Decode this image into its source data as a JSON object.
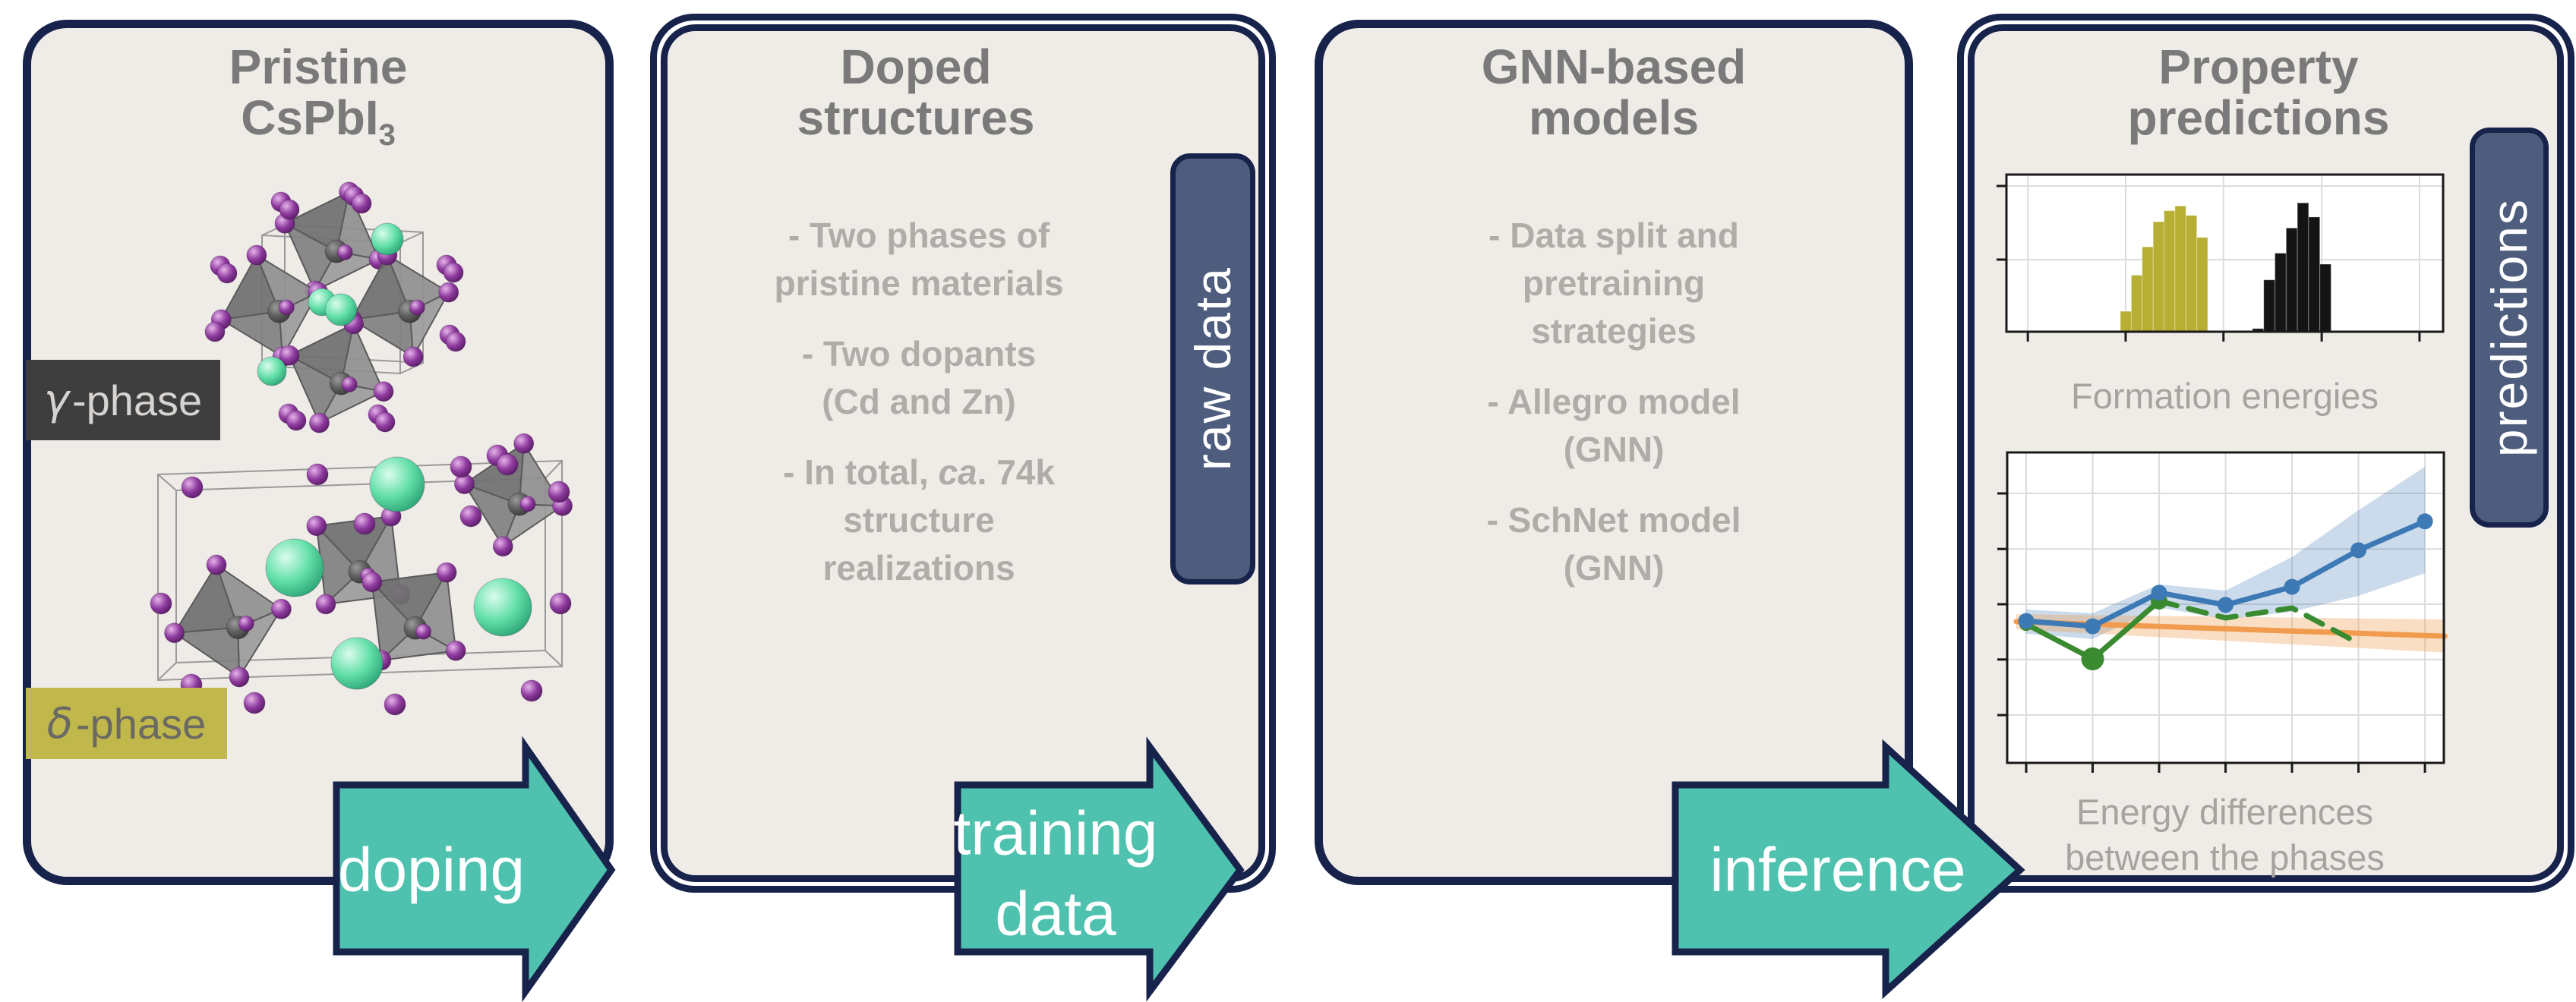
{
  "panels": [
    {
      "id": "pristine",
      "title_lines": [
        "Pristine",
        "CsPbI"
      ],
      "title_sub": "3",
      "gamma_label": {
        "symbol": "γ",
        "suffix": "-phase"
      },
      "delta_label": {
        "symbol": "δ",
        "suffix": "-phase"
      }
    },
    {
      "id": "doped",
      "title_lines": [
        "Doped",
        "structures"
      ],
      "tab": "raw data",
      "bullets": [
        [
          [
            {
              "t": "- Two phases of"
            }
          ],
          [
            {
              "t": "pristine materials"
            }
          ]
        ],
        [
          [
            {
              "t": "- Two dopants"
            }
          ],
          [
            {
              "t": "(Cd and Zn)"
            }
          ]
        ],
        [
          [
            {
              "t": "- In total,  "
            },
            {
              "t": "ca",
              "i": true
            },
            {
              "t": ". 74k"
            }
          ],
          [
            {
              "t": "structure"
            }
          ],
          [
            {
              "t": "realizations"
            }
          ]
        ]
      ]
    },
    {
      "id": "gnn",
      "title_lines": [
        "GNN-based",
        "models"
      ],
      "bullets": [
        [
          [
            {
              "t": "- Data split and"
            }
          ],
          [
            {
              "t": "pretraining"
            }
          ],
          [
            {
              "t": "strategies"
            }
          ]
        ],
        [
          [
            {
              "t": "- Allegro model"
            }
          ],
          [
            {
              "t": "(GNN)"
            }
          ]
        ],
        [
          [
            {
              "t": "- SchNet model"
            }
          ],
          [
            {
              "t": "(GNN)"
            }
          ]
        ]
      ]
    },
    {
      "id": "predictions",
      "title_lines": [
        "Property",
        "predictions"
      ],
      "tab": "predictions",
      "captions": {
        "hist": "Formation energies",
        "line1": "Energy differences",
        "line2": "between the phases"
      }
    }
  ],
  "arrows": [
    {
      "label": "doping",
      "lines": [
        "doping"
      ]
    },
    {
      "label": "training data",
      "lines": [
        "training",
        "data"
      ]
    },
    {
      "label": "inference",
      "lines": [
        "inference"
      ]
    }
  ],
  "colors": {
    "navy": "#18234c",
    "teal": "#4fc2af",
    "panel_bg": "#efebe7",
    "slate_tab": "#4e5d7e",
    "title_gray": "#7a7a7a",
    "bullet_gray": "#b0ada9",
    "caption_gray": "#a7a4a0",
    "olive": "#b7af33",
    "olive_label": "#c0b84a",
    "hist_black": "#141414",
    "line_blue": "#3d7ab5",
    "line_green": "#3a8a2f",
    "line_orange": "#f09b4d",
    "atom_purple": "#8e3a9e",
    "atom_green": "#62dfa8",
    "octahedron_gray": "#8a8a8a"
  },
  "chart_data": [
    {
      "type": "bar",
      "subtype": "histogram",
      "title": "Formation energies",
      "xlabel": "",
      "ylabel": "",
      "grid": true,
      "x_ticks": 5,
      "y_ticks": 2,
      "note": "axes unlabeled; heights normalized 0-1 of plot height",
      "series": [
        {
          "name": "delta-phase histogram (olive)",
          "color": "#b7af33",
          "bin_start_frac": 0.261,
          "bin_width_frac": 0.025,
          "heights": [
            0.13,
            0.36,
            0.54,
            0.7,
            0.77,
            0.8,
            0.74,
            0.6
          ]
        },
        {
          "name": "gamma-phase histogram (black)",
          "color": "#141414",
          "bin_start_frac": 0.5635,
          "bin_width_frac": 0.0257,
          "heights": [
            0.02,
            0.33,
            0.5,
            0.66,
            0.82,
            0.73,
            0.43
          ]
        }
      ]
    },
    {
      "type": "line",
      "title": "Energy differences between the phases",
      "xlabel": "",
      "ylabel": "",
      "grid": true,
      "x_ticks": 7,
      "y_ticks": 5,
      "note": "axes unlabeled; x in gridline units 0-6, y normalized 0-1 of plot height",
      "series": [
        {
          "name": "model A (blue, markers, confidence band)",
          "color": "#3d7ab5",
          "style": "solid",
          "markers": true,
          "x": [
            0,
            1,
            2,
            3,
            4,
            5,
            6
          ],
          "y": [
            0.457,
            0.44,
            0.548,
            0.509,
            0.567,
            0.685,
            0.778
          ],
          "band_upper": [
            0.494,
            0.482,
            0.575,
            0.555,
            0.663,
            0.814,
            0.954
          ],
          "band_lower": [
            0.416,
            0.399,
            0.501,
            0.462,
            0.487,
            0.538,
            0.611
          ]
        },
        {
          "name": "reference (green solid, markers)",
          "color": "#3a8a2f",
          "style": "solid",
          "markers": true,
          "x": [
            0,
            1,
            2
          ],
          "y": [
            0.447,
            0.335,
            0.521
          ]
        },
        {
          "name": "reference extrapolation (green dashed)",
          "color": "#3a8a2f",
          "style": "dashed",
          "x": [
            2,
            3,
            4,
            4.95
          ],
          "y": [
            0.521,
            0.467,
            0.499,
            0.391
          ]
        },
        {
          "name": "model B (orange, confidence band)",
          "color": "#f09b4d",
          "style": "solid",
          "x": [
            -0.15,
            6.3
          ],
          "y": [
            0.455,
            0.408
          ],
          "band_upper": [
            0.479,
            0.462
          ],
          "band_lower": [
            0.43,
            0.355
          ]
        }
      ]
    }
  ]
}
